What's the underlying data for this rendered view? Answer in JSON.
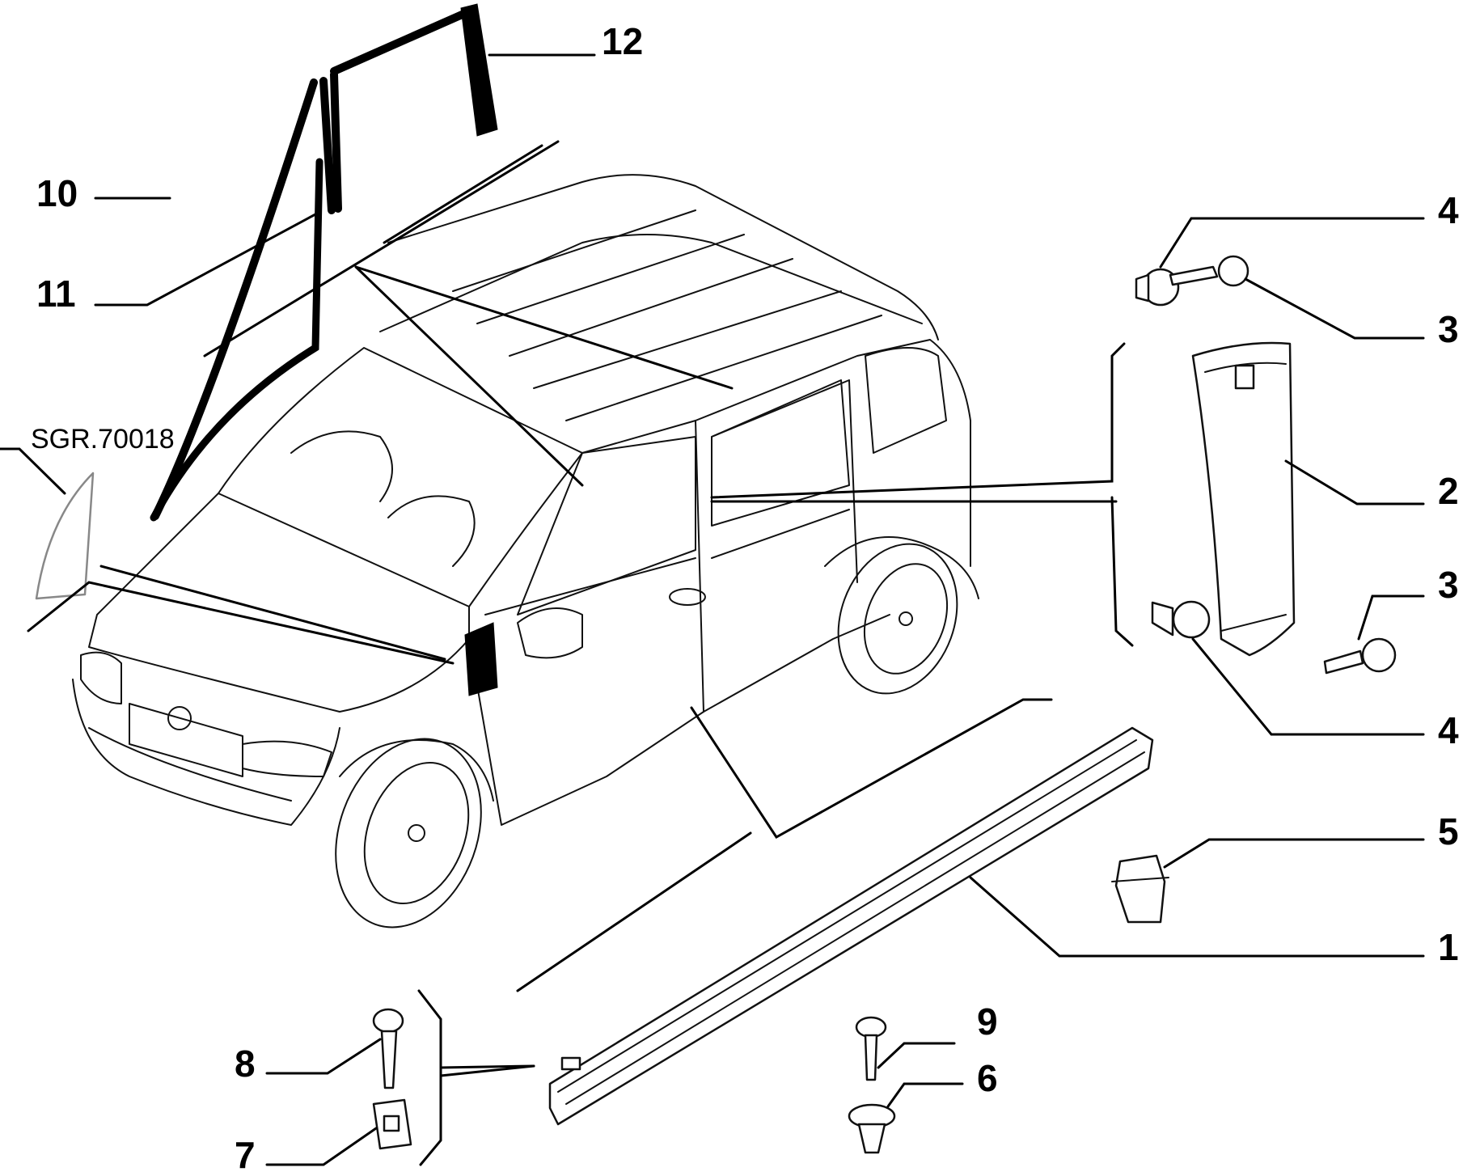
{
  "reference": "SGR.70018",
  "callouts": {
    "c1": "1",
    "c2": "2",
    "c3a": "3",
    "c3b": "3",
    "c4a": "4",
    "c4b": "4",
    "c5": "5",
    "c6": "6",
    "c7": "7",
    "c8": "8",
    "c9": "9",
    "c10": "10",
    "c11": "11",
    "c12": "12"
  }
}
